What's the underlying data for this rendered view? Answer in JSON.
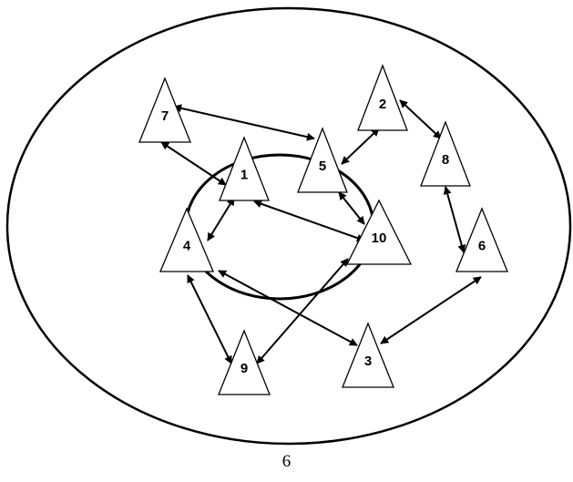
{
  "figure": {
    "caption": "6"
  },
  "nodes": [
    {
      "id": "n1",
      "label": "1"
    },
    {
      "id": "n2",
      "label": "2"
    },
    {
      "id": "n3",
      "label": "3"
    },
    {
      "id": "n4",
      "label": "4"
    },
    {
      "id": "n5",
      "label": "5"
    },
    {
      "id": "n6",
      "label": "6"
    },
    {
      "id": "n7",
      "label": "7"
    },
    {
      "id": "n8",
      "label": "8"
    },
    {
      "id": "n9",
      "label": "9"
    },
    {
      "id": "n10",
      "label": "10"
    }
  ],
  "edges": [
    {
      "from": "7",
      "to": "5",
      "direction": "both"
    },
    {
      "from": "7",
      "to": "1",
      "direction": "both"
    },
    {
      "from": "1",
      "to": "10",
      "direction": "both"
    },
    {
      "from": "1",
      "to": "4",
      "direction": "both"
    },
    {
      "from": "5",
      "to": "2",
      "direction": "both"
    },
    {
      "from": "5",
      "to": "10",
      "direction": "both"
    },
    {
      "from": "2",
      "to": "8",
      "direction": "both"
    },
    {
      "from": "8",
      "to": "6",
      "direction": "both"
    },
    {
      "from": "6",
      "to": "3",
      "direction": "both"
    },
    {
      "from": "4",
      "to": "3",
      "direction": "both"
    },
    {
      "from": "4",
      "to": "9",
      "direction": "both"
    },
    {
      "from": "9",
      "to": "10",
      "direction": "both"
    }
  ],
  "colors": {
    "stroke": "#000000",
    "fill": "#ffffff"
  }
}
